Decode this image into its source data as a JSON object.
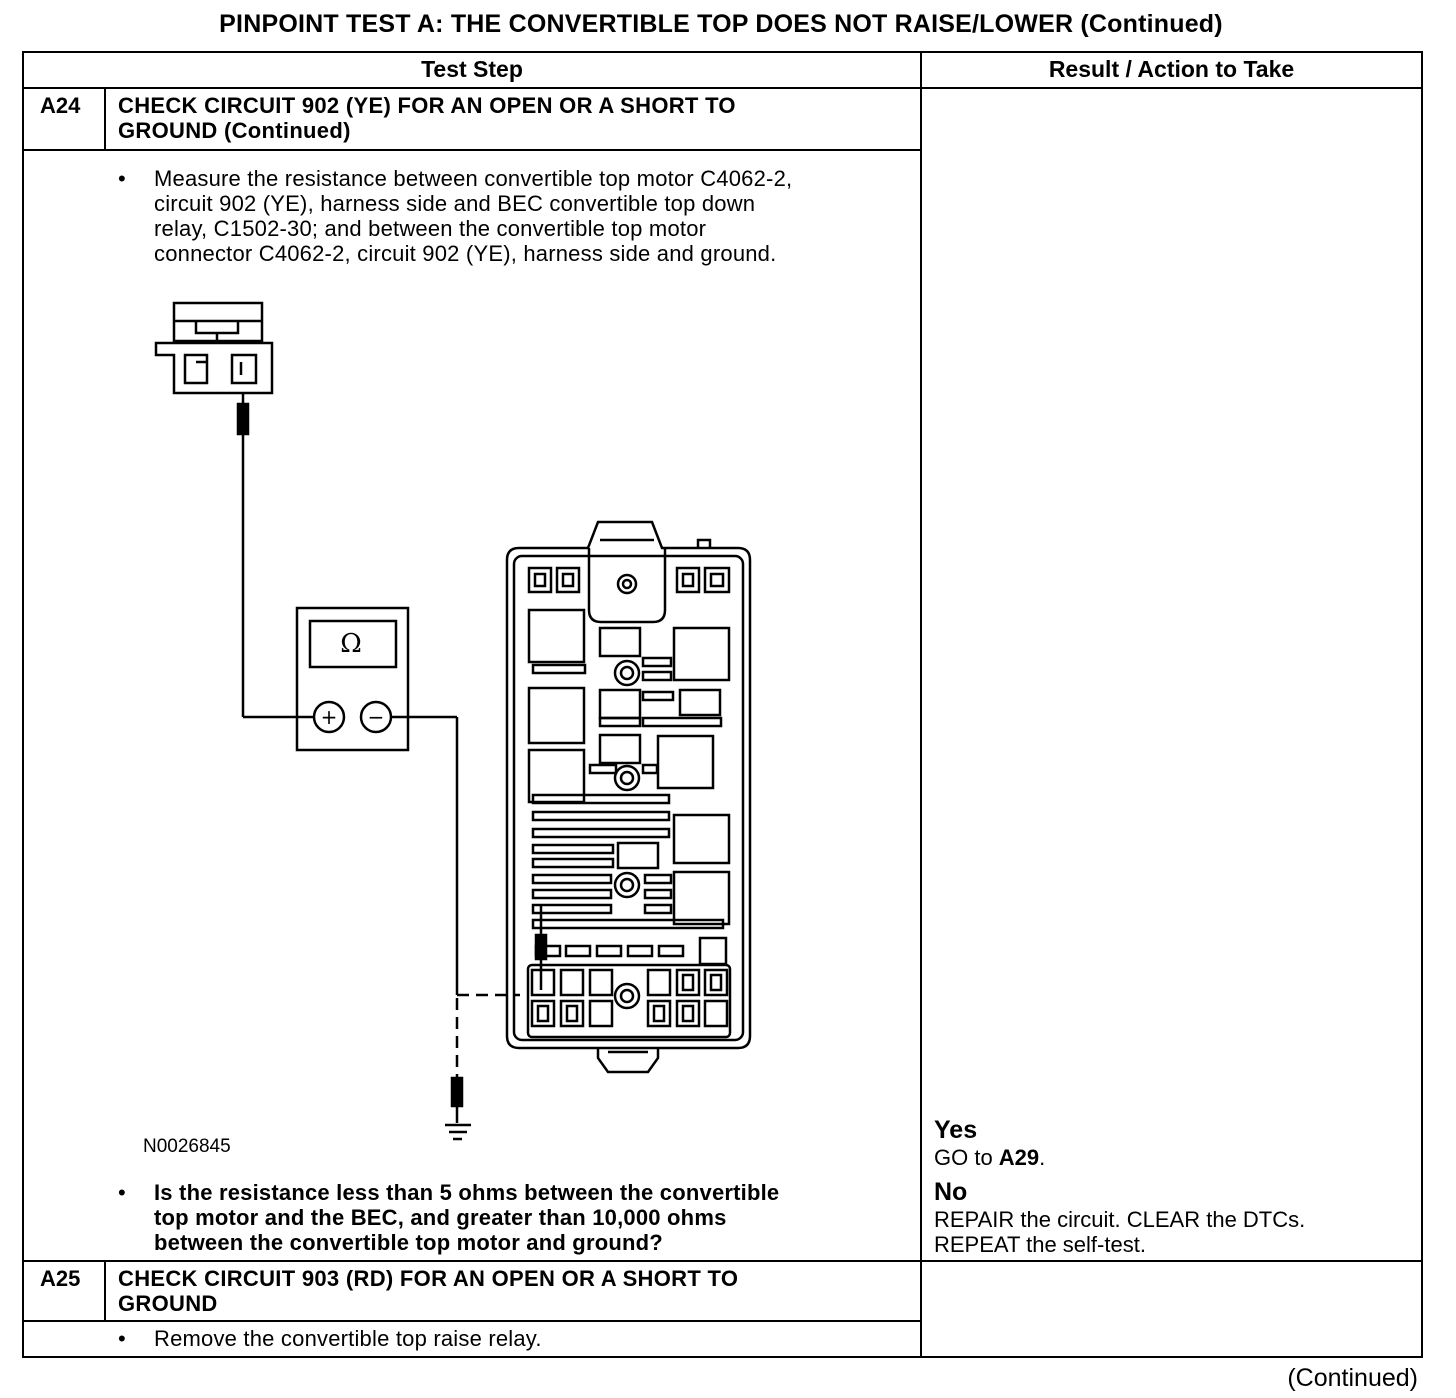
{
  "title": "PINPOINT TEST  A: THE CONVERTIBLE TOP DOES NOT RAISE/LOWER (Continued)",
  "table": {
    "headers": {
      "test_step": "Test Step",
      "result": "Result / Action to Take"
    }
  },
  "steps": [
    {
      "id": "A24",
      "title_line1": "CHECK CIRCUIT 902 (YE) FOR AN OPEN OR A SHORT TO",
      "title_line2": "GROUND (Continued)",
      "instruction_lines": [
        "Measure the resistance between convertible top motor C4062-2,",
        "circuit 902 (YE), harness side and BEC convertible top down",
        "relay, C1502-30; and between the convertible top motor",
        "connector C4062-2, circuit 902 (YE), harness side and ground."
      ],
      "figure": {
        "id": "N0026845",
        "meter_symbol": "Ω",
        "plus": "+",
        "minus": "−"
      },
      "question_lines": [
        "Is the resistance less than 5 ohms between the convertible",
        "top motor and the BEC, and greater than 10,000 ohms",
        "between the convertible top motor and ground?"
      ],
      "results": {
        "yes_label": "Yes",
        "yes_prefix": "GO to ",
        "yes_target": "A29",
        "yes_suffix": ".",
        "no_label": "No",
        "no_line1": "REPAIR the circuit. CLEAR the DTCs.",
        "no_line2": "REPEAT the self-test."
      }
    },
    {
      "id": "A25",
      "title_line1": "CHECK CIRCUIT 903 (RD) FOR AN OPEN OR A SHORT TO",
      "title_line2": "GROUND",
      "instruction_lines": [
        "Remove the convertible top raise relay."
      ]
    }
  ],
  "bullet": "•",
  "footer": "(Continued)"
}
